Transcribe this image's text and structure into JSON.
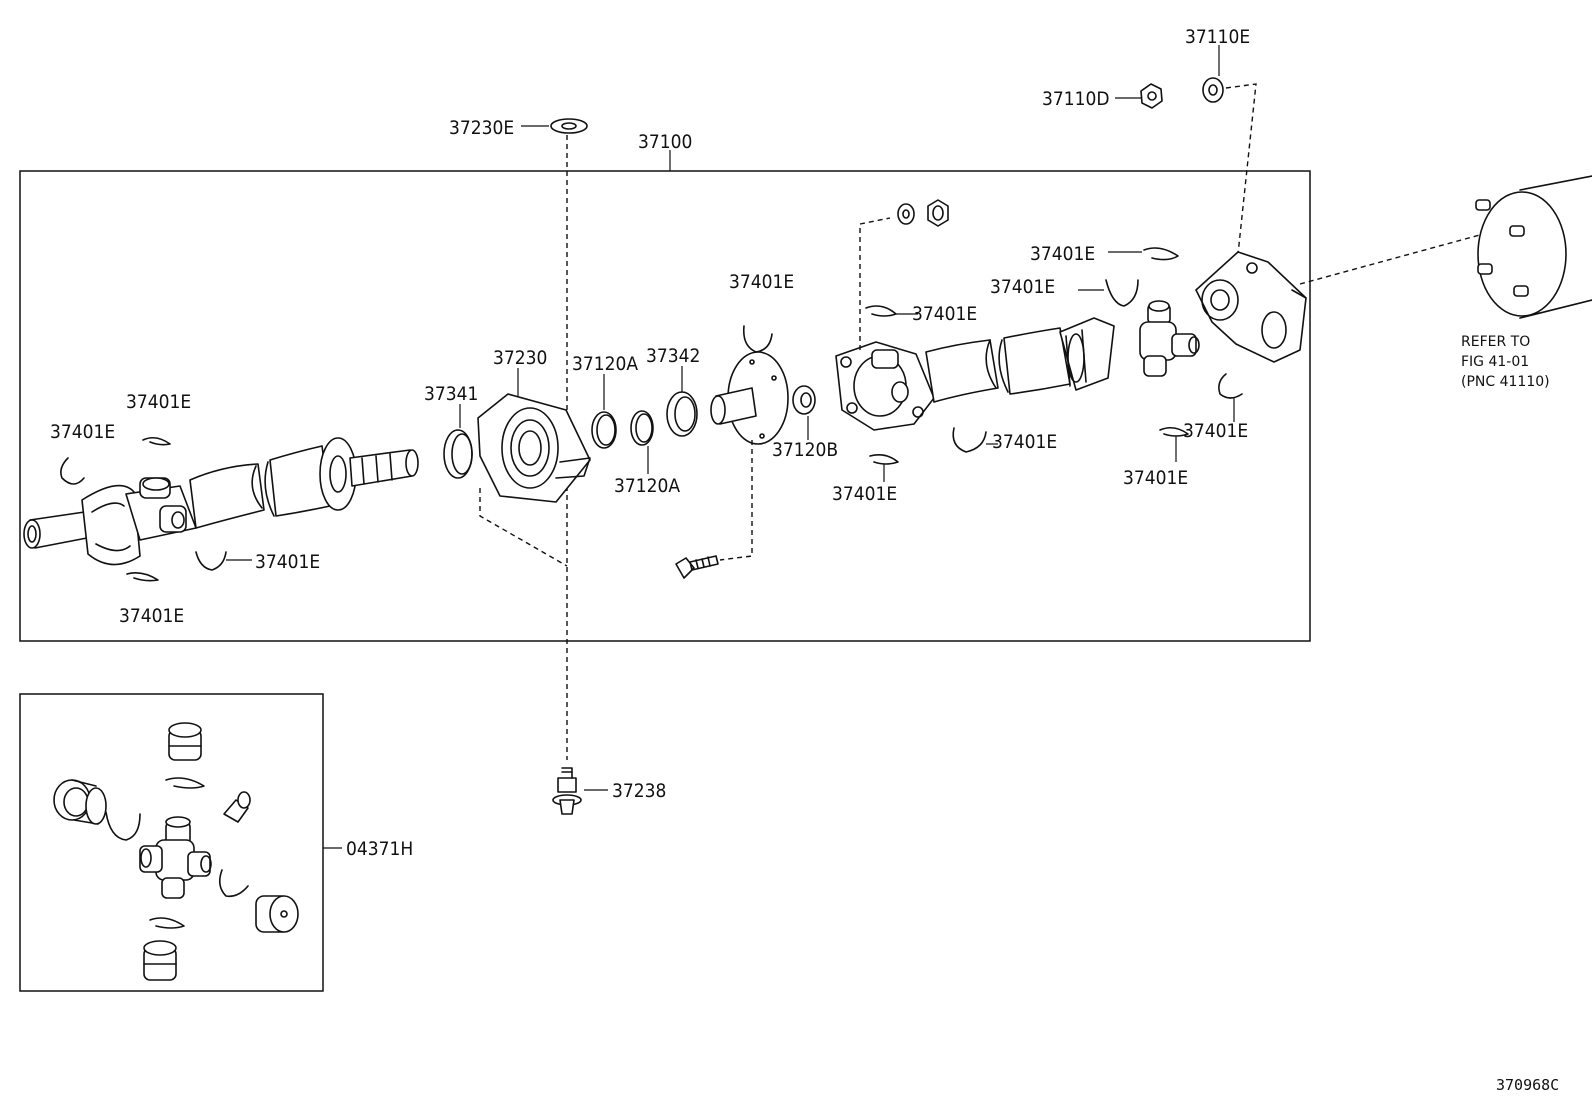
{
  "callouts": {
    "c37110E": "37110E",
    "c37110D": "37110D",
    "c37230E": "37230E",
    "c37100": "37100",
    "c37401E_tr1": "37401E",
    "c37401E_tr2": "37401E",
    "c37401E_m1": "37401E",
    "c37401E_m2": "37401E",
    "c37401E_m3": "37401E",
    "c37401E_m4": "37401E",
    "c37401E_r1": "37401E",
    "c37401E_r2": "37401E",
    "c37401E_l1": "37401E",
    "c37401E_l2": "37401E",
    "c37401E_l3": "37401E",
    "c37401E_l4": "37401E",
    "c37230": "37230",
    "c37341": "37341",
    "c37120A_1": "37120A",
    "c37120A_2": "37120A",
    "c37342": "37342",
    "c37120B": "37120B",
    "c37238": "37238",
    "c04371H": "04371H"
  },
  "reference_note": {
    "line1": "REFER TO",
    "line2": "FIG 41-01",
    "line3": "(PNC 41110)"
  },
  "diagram_code": "370968C"
}
